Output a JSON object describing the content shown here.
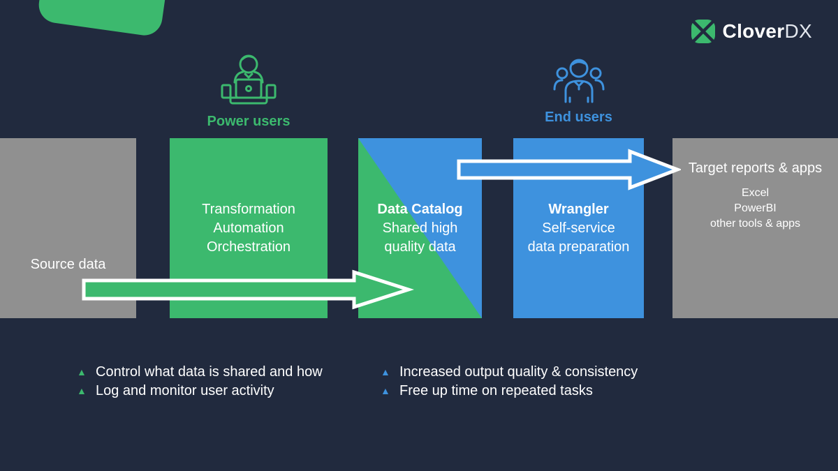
{
  "logo": {
    "icon": "clover-icon",
    "text_bold": "Clover",
    "text_light": "DX"
  },
  "user_groups": {
    "power": {
      "label": "Power users",
      "icon": "person-at-laptop-icon",
      "color": "#3CB96E"
    },
    "end": {
      "label": "End users",
      "icon": "people-group-icon",
      "color": "#3E92DE"
    }
  },
  "boxes": {
    "source": {
      "label": "Source data"
    },
    "transform": {
      "line1": "Transformation",
      "line2": "Automation",
      "line3": "Orchestration"
    },
    "catalog": {
      "title": "Data Catalog",
      "line1": "Shared high",
      "line2": "quality data"
    },
    "wrangler": {
      "title": "Wrangler",
      "line1": "Self-service",
      "line2": "data preparation"
    },
    "target": {
      "title": "Target reports & apps",
      "line1": "Excel",
      "line2": "PowerBI",
      "line3": "other tools & apps"
    }
  },
  "arrows": {
    "bottom": {
      "from": "source-data",
      "to": "data-catalog",
      "fill": "#3CB96E",
      "stroke": "#FFFFFF"
    },
    "top": {
      "from": "data-catalog",
      "to": "target-reports",
      "fill": "#3E92DE",
      "stroke": "#FFFFFF"
    }
  },
  "bullets": {
    "green": [
      "Control what data is shared and how",
      "Log and monitor user activity"
    ],
    "blue": [
      "Increased output quality & consistency",
      "Free up time on repeated tasks"
    ]
  },
  "colors": {
    "background": "#212A3E",
    "green": "#3CB96E",
    "blue": "#3E92DE",
    "gray": "#909090",
    "text": "#FFFFFF"
  }
}
